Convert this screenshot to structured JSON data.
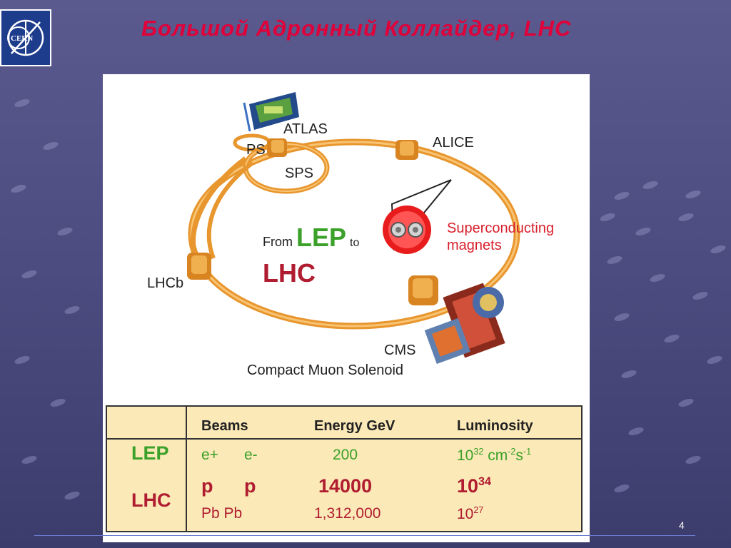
{
  "slide": {
    "title": "Большой Адронный Коллайдер, LHC",
    "page_number": "4",
    "logo_text": "CERN",
    "background_color": "#4a4a7e",
    "title_color": "#e0003a"
  },
  "diagram": {
    "labels": {
      "atlas": "ATLAS",
      "ps": "PS",
      "sps": "SPS",
      "alice": "ALICE",
      "lhcb": "LHCb",
      "cms": "CMS",
      "cms_full": "Compact Muon Solenoid",
      "from": "From",
      "lep": "LEP",
      "to": "to",
      "lhc": "LHC",
      "magnets_line1": "Superconducting",
      "magnets_line2": "magnets"
    },
    "ring_color": "#f0a640"
  },
  "table": {
    "headers": {
      "beams": "Beams",
      "energy": "Energy  GeV",
      "luminosity": "Luminosity"
    },
    "lep": {
      "label": "LEP",
      "beam1": "e+",
      "beam2": "e-",
      "energy": "200",
      "lum_base": "10",
      "lum_exp": "32",
      "lum_unit1": " cm",
      "lum_exp2": "-2",
      "lum_unit2": "s",
      "lum_exp3": "-1"
    },
    "lhc": {
      "label": "LHC",
      "pp_beam1": "p",
      "pp_beam2": "p",
      "pp_energy": "14000",
      "pp_lum_base": "10",
      "pp_lum_exp": "34",
      "pb_beams": "Pb Pb",
      "pb_energy": "1,312,000",
      "pb_lum_base": "10",
      "pb_lum_exp": "27"
    },
    "colors": {
      "lep": "#3ba12a",
      "lhc": "#b01c30",
      "background": "#fbe9b7"
    }
  }
}
